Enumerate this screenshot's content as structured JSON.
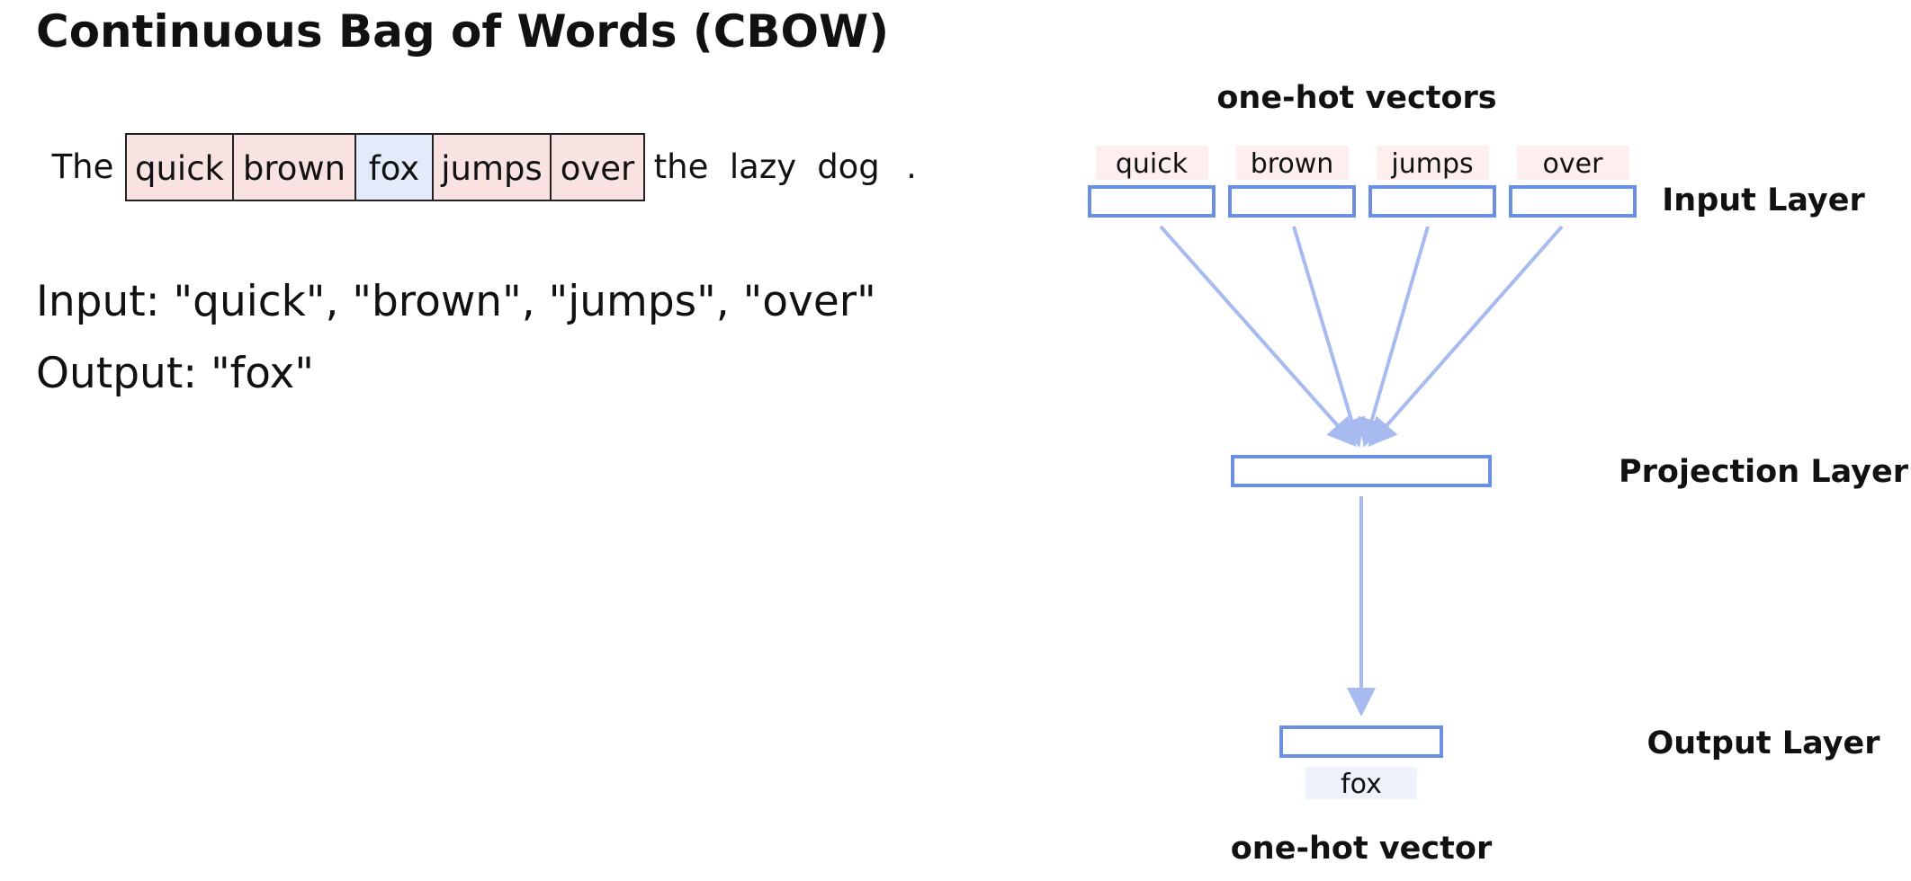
{
  "title": "Continuous Bag of Words (CBOW)",
  "sentence": [
    {
      "text": "The",
      "role": "plain"
    },
    {
      "text": "quick",
      "role": "context"
    },
    {
      "text": "brown",
      "role": "context"
    },
    {
      "text": "fox",
      "role": "target"
    },
    {
      "text": "jumps",
      "role": "context"
    },
    {
      "text": "over",
      "role": "context"
    },
    {
      "text": "the",
      "role": "plain"
    },
    {
      "text": "lazy",
      "role": "plain"
    },
    {
      "text": "dog",
      "role": "plain"
    },
    {
      "text": ".",
      "role": "plain"
    }
  ],
  "input_line": {
    "label": "Input:",
    "value": "\"quick\", \"brown\", \"jumps\", \"over\""
  },
  "output_line": {
    "label": "Output:",
    "value": "\"fox\""
  },
  "network": {
    "top_caption": "one-hot vectors",
    "bottom_caption": "one-hot vector",
    "input_words": [
      "quick",
      "brown",
      "jumps",
      "over"
    ],
    "output_word": "fox",
    "layers": {
      "input": "Input Layer",
      "projection": "Projection Layer",
      "output": "Output Layer"
    }
  },
  "colors": {
    "context_fill": "#f8e3e2",
    "target_fill": "#e3ebfb",
    "layer_stroke": "#6b8fe2",
    "arrow": "#a7bbf0",
    "word_chip_in": "#fcefee",
    "word_chip_out": "#eef2fb"
  }
}
